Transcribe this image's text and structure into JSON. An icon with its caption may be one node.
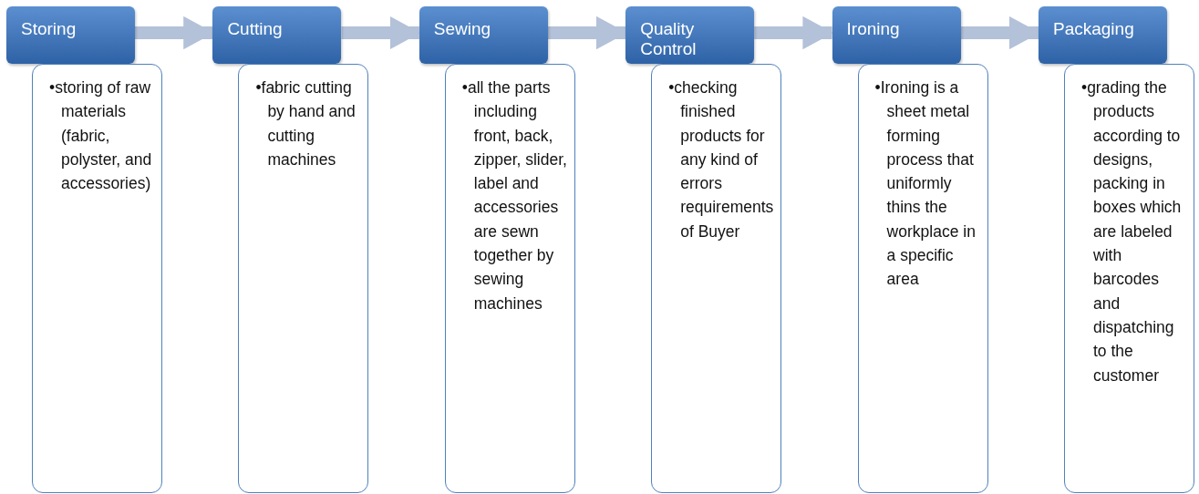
{
  "diagram": {
    "nodes": [
      {
        "text": [
          "Storing"
        ]
      },
      {
        "text": [
          "•storing of raw materials (fabric, polyster, and accessories)"
        ]
      },
      {
        "text": [
          "Cutting"
        ]
      },
      {
        "text": [
          "•fabric cutting by hand and cutting machines"
        ]
      },
      {
        "text": [
          "Sewing"
        ]
      },
      {
        "text": [
          "•all the parts including front, back, zipper, slider, label and accessories are sewn together by sewing machines"
        ]
      },
      {
        "text": [
          "Quality Control"
        ]
      },
      {
        "text": [
          "•checking finished products for any kind of errors requirements of Buyer"
        ]
      },
      {
        "text": [
          "Ironing"
        ]
      },
      {
        "text": [
          "•Ironing is a sheet metal forming process that uniformly thins the workplace in a specific area"
        ]
      },
      {
        "text": [
          "Packaging"
        ]
      },
      {
        "text": [
          "•grading the products according to designs, packing in boxes which are labeled with barcodes and dispatching to the customer"
        ]
      }
    ],
    "edges": [
      {
        "from": 0,
        "to": 2,
        "arrow": "to"
      },
      {
        "from": 2,
        "to": 4,
        "arrow": "to"
      },
      {
        "from": 4,
        "to": 6,
        "arrow": "to"
      },
      {
        "from": 6,
        "to": 8,
        "arrow": "to"
      },
      {
        "from": 8,
        "to": 10,
        "arrow": "to"
      }
    ]
  }
}
